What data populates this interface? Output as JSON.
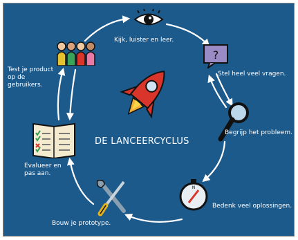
{
  "diagram": {
    "title": "DE LANCEERCYCLUS",
    "steps": [
      {
        "id": "observe",
        "label": "Kijk, luister en leer.",
        "icon": "eye-icon"
      },
      {
        "id": "ask",
        "label": "Stel heel veel vragen.",
        "icon": "question-board-icon"
      },
      {
        "id": "define",
        "label": "Begrijp het probleem.",
        "icon": "magnifier-icon"
      },
      {
        "id": "ideate",
        "label": "Bedenk veel oplossingen.",
        "icon": "compass-icon"
      },
      {
        "id": "prototype",
        "label": "Bouw je prototype.",
        "icon": "tools-icon"
      },
      {
        "id": "evaluate",
        "label_lines": [
          "Evalueer en",
          "pas aan."
        ],
        "icon": "checklist-icon"
      },
      {
        "id": "test",
        "label_lines": [
          "Test je product",
          "op de",
          "gebruikers."
        ],
        "icon": "users-icon"
      }
    ],
    "center_icon": "rocket-icon",
    "colors": {
      "background": "#1d5a8c",
      "arrows": "#ffffff",
      "rocket": "#d9352b"
    }
  }
}
